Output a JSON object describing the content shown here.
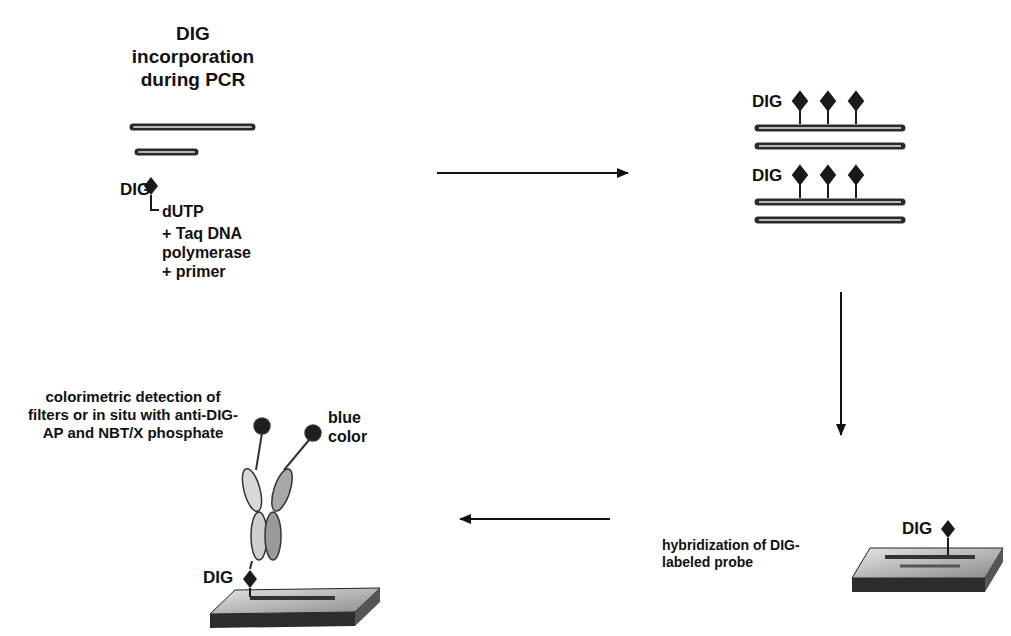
{
  "diagram": {
    "nodes": [
      {
        "text": [
          "DIG incorporation during PCR",
          "DIG",
          "dUTP",
          "+ Taq DNA polymerase",
          "+ primer"
        ]
      },
      {
        "text": [
          "DIG",
          "DIG"
        ]
      },
      {
        "text": [
          "hybridization of DIG-labeled probe",
          "DIG"
        ]
      },
      {
        "text": [
          "colorimetric detection of filters or in situ with anti-DIG-AP and NBT/X phosphate",
          "blue color",
          "DIG"
        ]
      }
    ],
    "edges": [
      {
        "from": 0,
        "to": 1,
        "arrow": "to"
      },
      {
        "from": 1,
        "to": 2,
        "arrow": "to"
      },
      {
        "from": 2,
        "to": 3,
        "arrow": "to"
      }
    ]
  }
}
